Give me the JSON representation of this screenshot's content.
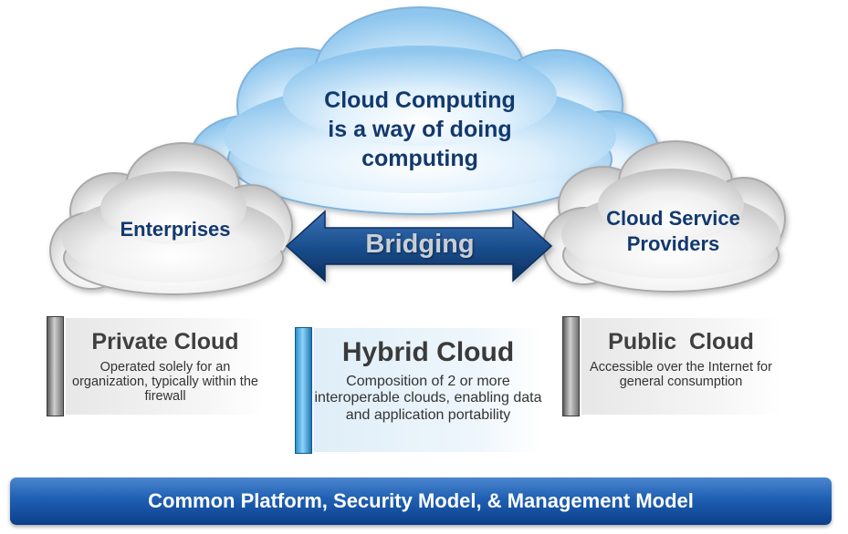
{
  "main_cloud": {
    "lines": [
      "Cloud Computing",
      "is a way of doing",
      "computing"
    ]
  },
  "left_cloud": {
    "label": "Enterprises"
  },
  "right_cloud": {
    "lines": [
      "Cloud Service",
      "Providers"
    ]
  },
  "arrow": {
    "label": "Bridging"
  },
  "private_cloud": {
    "title": "Private Cloud",
    "description": "Operated solely for an organization, typically within the firewall"
  },
  "hybrid_cloud": {
    "title": "Hybrid Cloud",
    "description": "Composition of 2 or more interoperable clouds, enabling data and application portability"
  },
  "public_cloud": {
    "title": "Public  Cloud",
    "description": "Accessible over the Internet for general consumption"
  },
  "platform": {
    "label": "Common Platform, Security Model, & Management Model"
  },
  "colors": {
    "cloud_blue": "#bfe0f7",
    "cloud_gray": "#d9d9d9",
    "text_navy": "#12396e",
    "arrow_blue": "#1a4f8f",
    "platform_blue": "#1f5fb3"
  }
}
